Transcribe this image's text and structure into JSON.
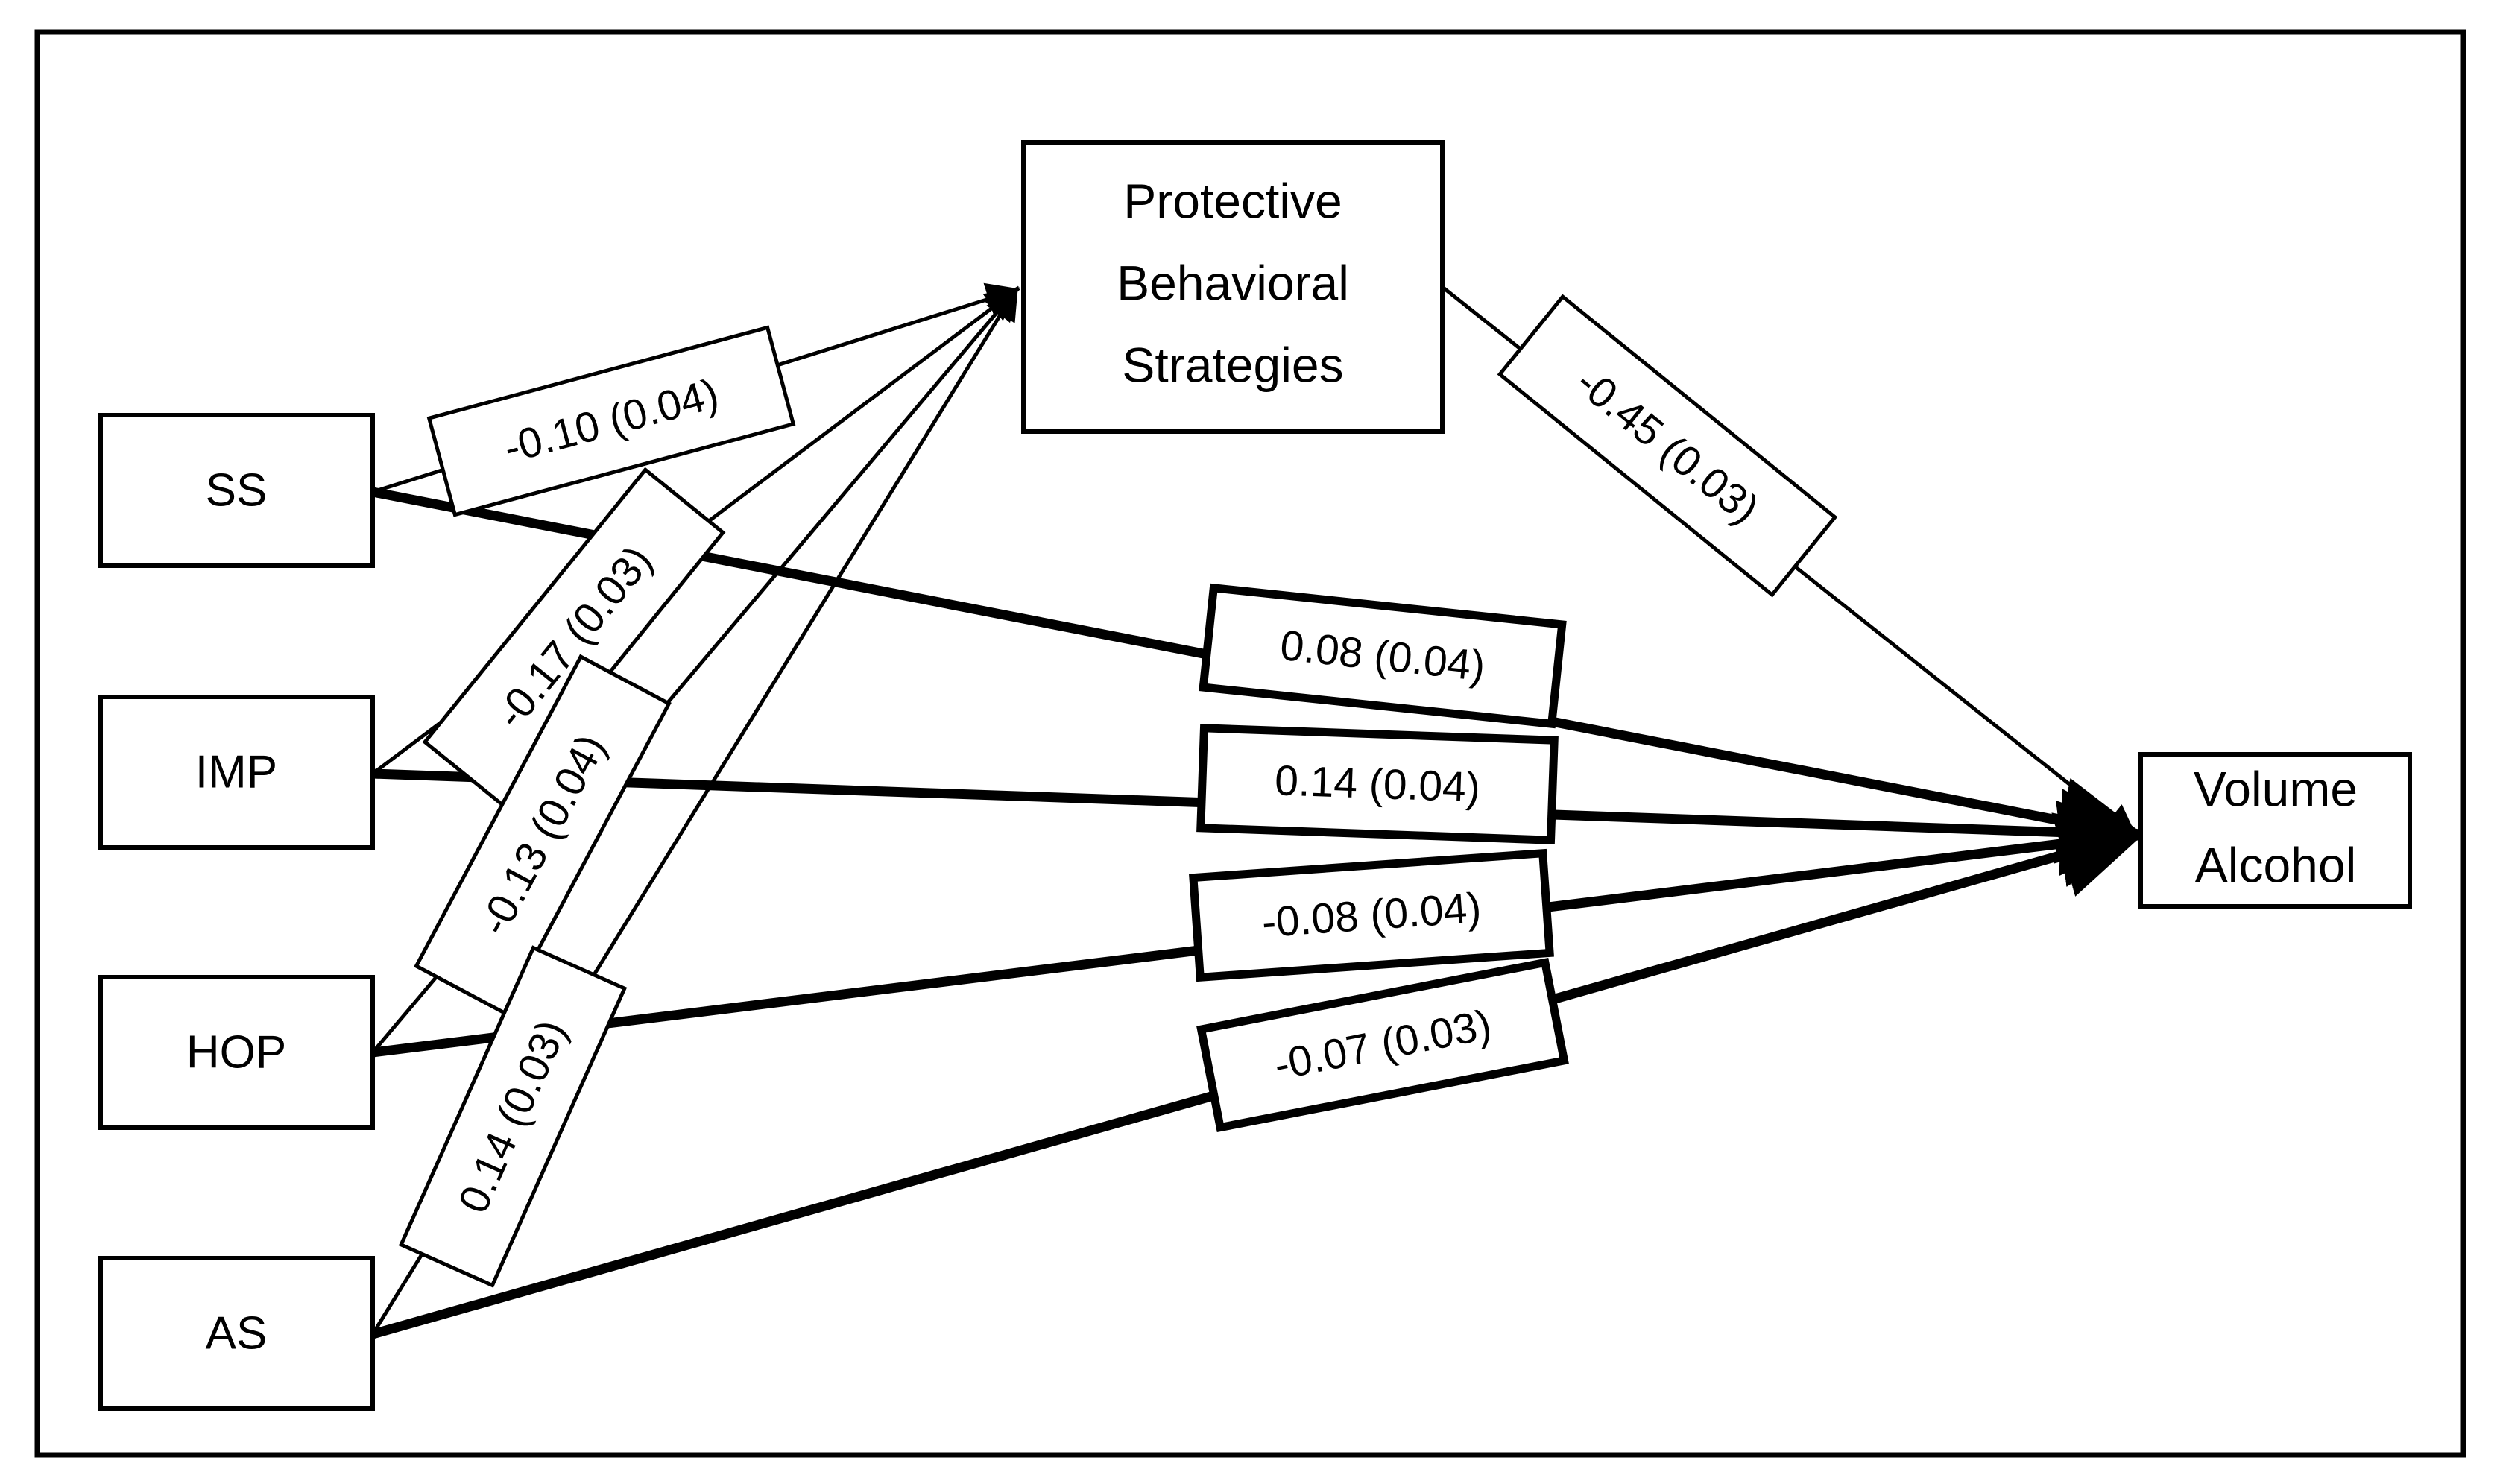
{
  "diagram": {
    "title": "Path diagram of personality risk factors, protective behavioral strategies, and alcohol volume",
    "frame": {
      "visible": true
    },
    "nodes": [
      {
        "id": "ss",
        "label": "SS"
      },
      {
        "id": "imp",
        "label": "IMP"
      },
      {
        "id": "hop",
        "label": "HOP"
      },
      {
        "id": "as",
        "label": "AS"
      },
      {
        "id": "pbs",
        "label_line1": "Protective",
        "label_line2": "Behavioral",
        "label_line3": "Strategies"
      },
      {
        "id": "vol",
        "label_line1": "Volume",
        "label_line2": "Alcohol"
      }
    ],
    "edges": [
      {
        "id": "ss-pbs",
        "from": "SS",
        "to": "Protective Behavioral Strategies",
        "estimate": "-0.10",
        "se": "(0.04)",
        "label": "-0.10 (0.04)",
        "weight": "thin"
      },
      {
        "id": "imp-pbs",
        "from": "IMP",
        "to": "Protective Behavioral Strategies",
        "estimate": "-0.17",
        "se": "(0.03)",
        "label": "-0.17 (0.03)",
        "weight": "thin"
      },
      {
        "id": "hop-pbs",
        "from": "HOP",
        "to": "Protective Behavioral Strategies",
        "estimate": "-0.13",
        "se": "(0.04)",
        "label": "-0.13 (0.04)",
        "weight": "thin"
      },
      {
        "id": "as-pbs",
        "from": "AS",
        "to": "Protective Behavioral Strategies",
        "estimate": "0.14",
        "se": "(0.03)",
        "label": "0.14 (0.03)",
        "weight": "thin"
      },
      {
        "id": "pbs-vol",
        "from": "Protective Behavioral Strategies",
        "to": "Volume Alcohol",
        "estimate": "-0.45",
        "se": "(0.03)",
        "label": "-0.45 (0.03)",
        "weight": "thin"
      },
      {
        "id": "ss-vol",
        "from": "SS",
        "to": "Volume Alcohol",
        "estimate": "0.08",
        "se": "(0.04)",
        "label": "0.08 (0.04)",
        "weight": "thick"
      },
      {
        "id": "imp-vol",
        "from": "IMP",
        "to": "Volume Alcohol",
        "estimate": "0.14",
        "se": "(0.04)",
        "label": "0.14 (0.04)",
        "weight": "thick"
      },
      {
        "id": "hop-vol",
        "from": "HOP",
        "to": "Volume Alcohol",
        "estimate": "-0.08",
        "se": "(0.04)",
        "label": "-0.08 (0.04)",
        "weight": "thick"
      },
      {
        "id": "as-vol",
        "from": "AS",
        "to": "Volume Alcohol",
        "estimate": "-0.07",
        "se": "(0.03)",
        "label": "-0.07 (0.03)",
        "weight": "thick"
      }
    ],
    "colors": {
      "line": "#000000",
      "box_fill": "#ffffff",
      "background": "#ffffff"
    }
  }
}
